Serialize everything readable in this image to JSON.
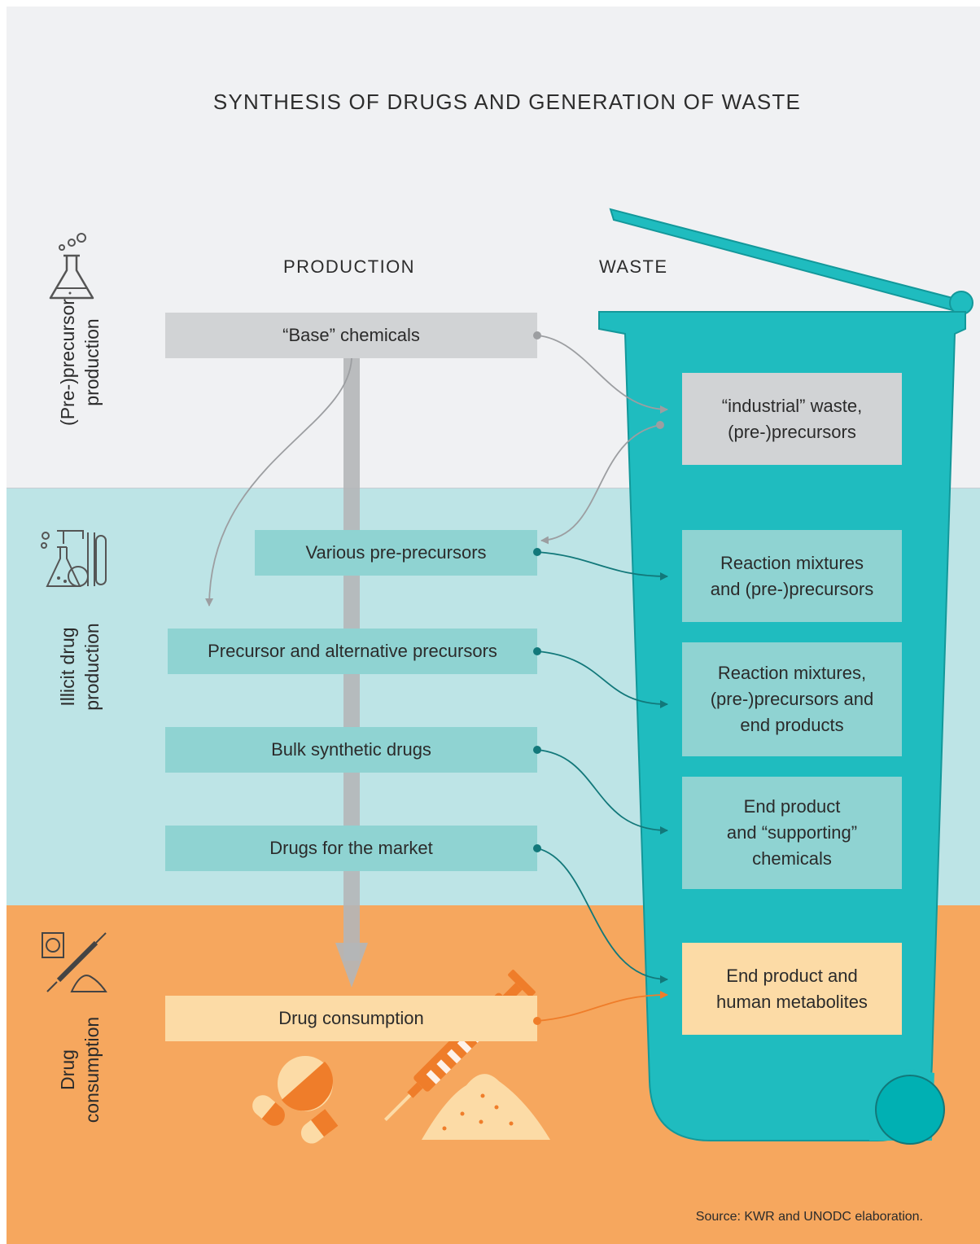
{
  "title": "SYNTHESIS OF DRUGS  AND GENERATION OF WASTE",
  "columns": {
    "production": "PRODUCTION",
    "waste": "WASTE"
  },
  "stages": [
    {
      "line1": "(Pre-)precursor",
      "line2": "production",
      "icon": "flask-icon"
    },
    {
      "line1": "Illicit drug",
      "line2": "production",
      "icon": "lab-equipment-icon"
    },
    {
      "line1": "Drug",
      "line2": "consumption",
      "icon": "drug-use-icon"
    }
  ],
  "production_steps": [
    {
      "label": "“Base” chemicals"
    },
    {
      "label": "Various pre-precursors"
    },
    {
      "label": "Precursor and alternative precursors"
    },
    {
      "label": "Bulk synthetic drugs"
    },
    {
      "label": "Drugs for the market"
    },
    {
      "label": "Drug consumption"
    }
  ],
  "waste_boxes": [
    {
      "line1": "“industrial” waste,",
      "line2": "(pre-)precursors",
      "line3": ""
    },
    {
      "line1": "Reaction mixtures",
      "line2": "and (pre-)precursors",
      "line3": ""
    },
    {
      "line1": "Reaction mixtures,",
      "line2": "(pre-)precursors and",
      "line3": "end products"
    },
    {
      "line1": "End product",
      "line2": "and “supporting”",
      "line3": "chemicals"
    },
    {
      "line1": "End product and",
      "line2": "human metabolites",
      "line3": ""
    }
  ],
  "colors": {
    "band_top": "#f0f1f3",
    "band_mid": "#bde4e6",
    "band_bottom": "#f6a75e",
    "bin": "#1fbcbf",
    "bin_wheel": "#00b0b3",
    "box_grey": "#d1d3d5",
    "box_teal": "#8fd3d2",
    "box_cream": "#fcdba6",
    "arrow_grey": "#9c9ea1",
    "arrow_teal": "#12787a",
    "arrow_orange": "#ef7d2a",
    "accent_orange": "#ef7d2a"
  },
  "source": "Source: KWR and UNODC elaboration."
}
